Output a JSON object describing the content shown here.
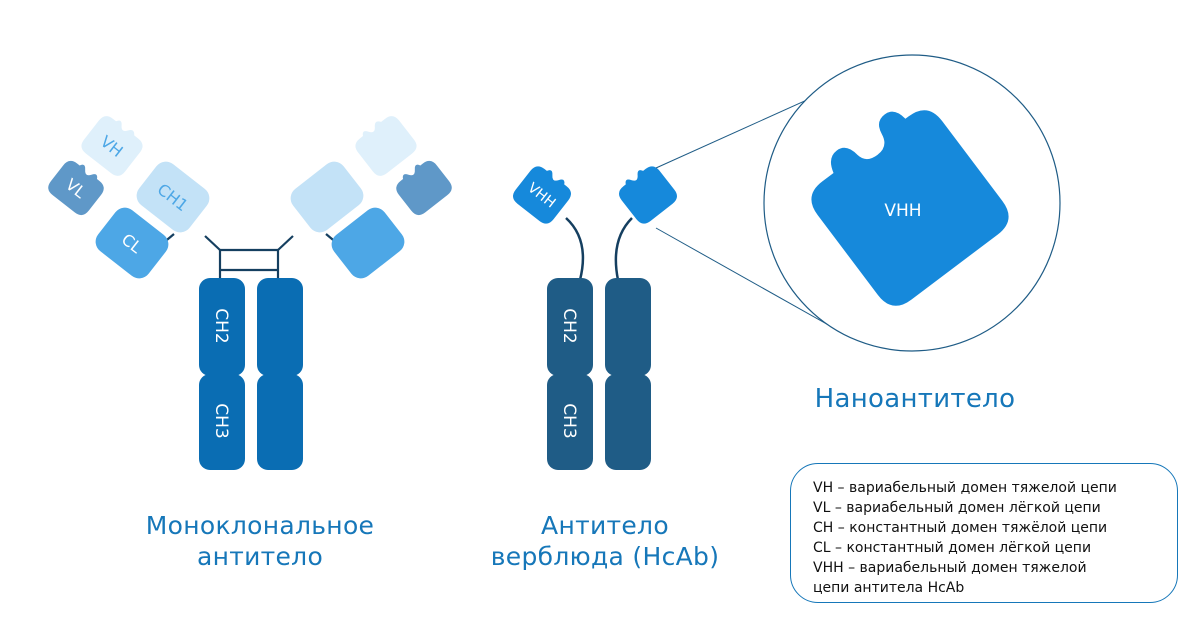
{
  "colors": {
    "dark_blue": "#0a6db3",
    "navy": "#1f5c86",
    "medium_blue": "#4da7e6",
    "light_blue": "#c3e2f7",
    "pale_blue": "#dff0fb",
    "steel_blue": "#5f98c8",
    "vhh_blue": "#1689db",
    "link_navy": "#153f60",
    "caption_blue": "#1677b9"
  },
  "diagram": {
    "mono": {
      "vh": "VH",
      "ch1": "CH1",
      "vl": "VL",
      "cl": "CL",
      "ch2": "CH2",
      "ch3": "CH3"
    },
    "camel": {
      "vhh": "VHH",
      "ch2": "CH2",
      "ch3": "CH3"
    },
    "nano": {
      "vhh": "VHH"
    }
  },
  "captions": {
    "mono_line1": "Моноклональное",
    "mono_line2": "антитело",
    "camel_line1": "Антитело",
    "camel_line2": "верблюда (HcAb)",
    "nano": "Наноантитело"
  },
  "legend": {
    "lines": [
      "VH – вариабельный домен тяжелой цепи",
      "VL – вариабельный домен лёгкой цепи",
      "CH – константный домен тяжёлой цепи",
      "CL – константный домен лёгкой цепи",
      "VHH – вариабельный домен тяжелой",
      "цепи антитела HcAb"
    ]
  }
}
